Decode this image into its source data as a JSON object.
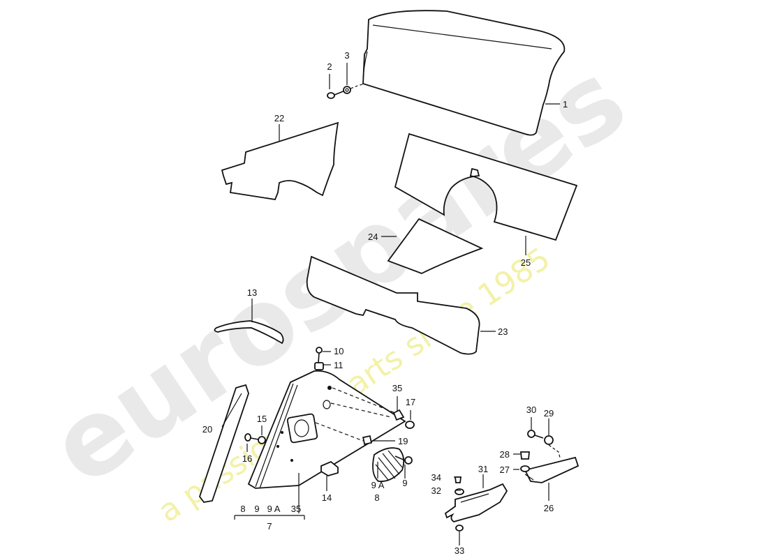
{
  "watermark": {
    "brand": "eurospares",
    "slogan": "a passion for parts since 1985"
  },
  "callouts": {
    "p1": "1",
    "p2": "2",
    "p3": "3",
    "p7": "7",
    "p8": "8",
    "p9": "9",
    "p9a": "9 A",
    "p10": "10",
    "p11": "11",
    "p13": "13",
    "p14": "14",
    "p15": "15",
    "p16": "16",
    "p17": "17",
    "p19": "19",
    "p20": "20",
    "p22": "22",
    "p23": "23",
    "p24": "24",
    "p25": "25",
    "p26": "26",
    "p27": "27",
    "p28": "28",
    "p29": "29",
    "p30": "30",
    "p31": "31",
    "p32": "32",
    "p33": "33",
    "p34": "34",
    "p35": "35"
  },
  "group7": {
    "items": [
      "8",
      "9",
      "9 A",
      "35"
    ],
    "label": "7"
  }
}
